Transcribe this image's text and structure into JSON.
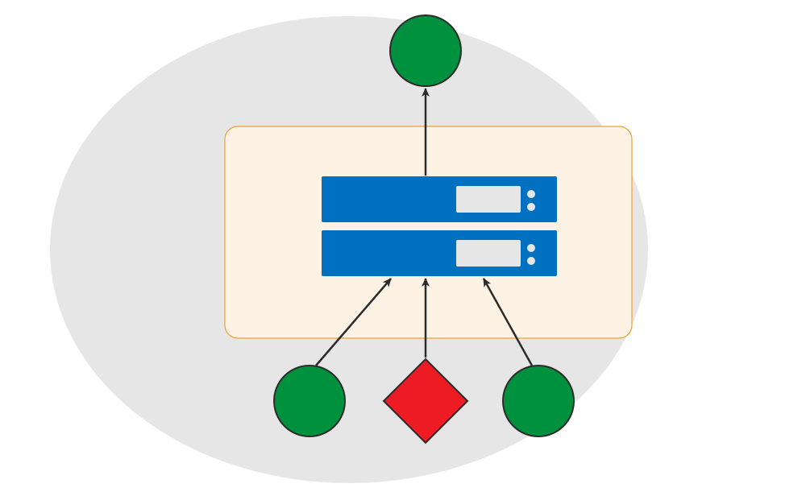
{
  "colors": {
    "background": "#ffffff",
    "ellipse_fill": "#e6e6e6",
    "container_fill": "#fdf2e3",
    "container_stroke": "#f0a030",
    "server_fill": "#0070c0",
    "server_panel": "#e6e6e6",
    "node_green": "#00913f",
    "node_red": "#ed1c24",
    "node_stroke": "#2b2b2b",
    "edge": "#2b2b2b"
  },
  "icons": {
    "server_stack": "server-stack-icon"
  },
  "nodes": [
    {
      "id": "top-node",
      "shape": "circle",
      "color": "green"
    },
    {
      "id": "bottom-left-node",
      "shape": "circle",
      "color": "green"
    },
    {
      "id": "bottom-center-node",
      "shape": "diamond",
      "color": "red"
    },
    {
      "id": "bottom-right-node",
      "shape": "circle",
      "color": "green"
    }
  ],
  "edges": [
    {
      "from": "server-stack",
      "to": "top-node"
    },
    {
      "from": "bottom-left-node",
      "to": "server-stack"
    },
    {
      "from": "bottom-center-node",
      "to": "server-stack"
    },
    {
      "from": "bottom-right-node",
      "to": "server-stack"
    }
  ]
}
